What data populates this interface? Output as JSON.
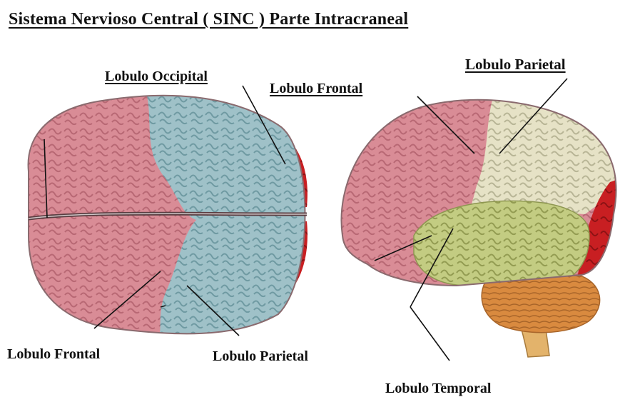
{
  "title": "Sistema Nervioso Central ( SINC ) Parte Intracraneal",
  "labels": {
    "top_occipital": "Lobulo Occipital",
    "top_frontal": "Lobulo Frontal",
    "top_right_parietal": "Lobulo Parietal",
    "bottom_left_frontal": "Lobulo Frontal",
    "bottom_parietal": "Lobulo Parietal",
    "bottom_temporal": "Lobulo Temporal"
  },
  "colors": {
    "frontal_pink": "#d98c96",
    "parietal_blue": "#9fc1c8",
    "parietal_cream": "#e6e2c6",
    "occipital_red": "#c81f22",
    "temporal_green": "#c3cc82",
    "cerebellum_orange": "#d98a3f",
    "brainstem": "#e3b36b"
  }
}
